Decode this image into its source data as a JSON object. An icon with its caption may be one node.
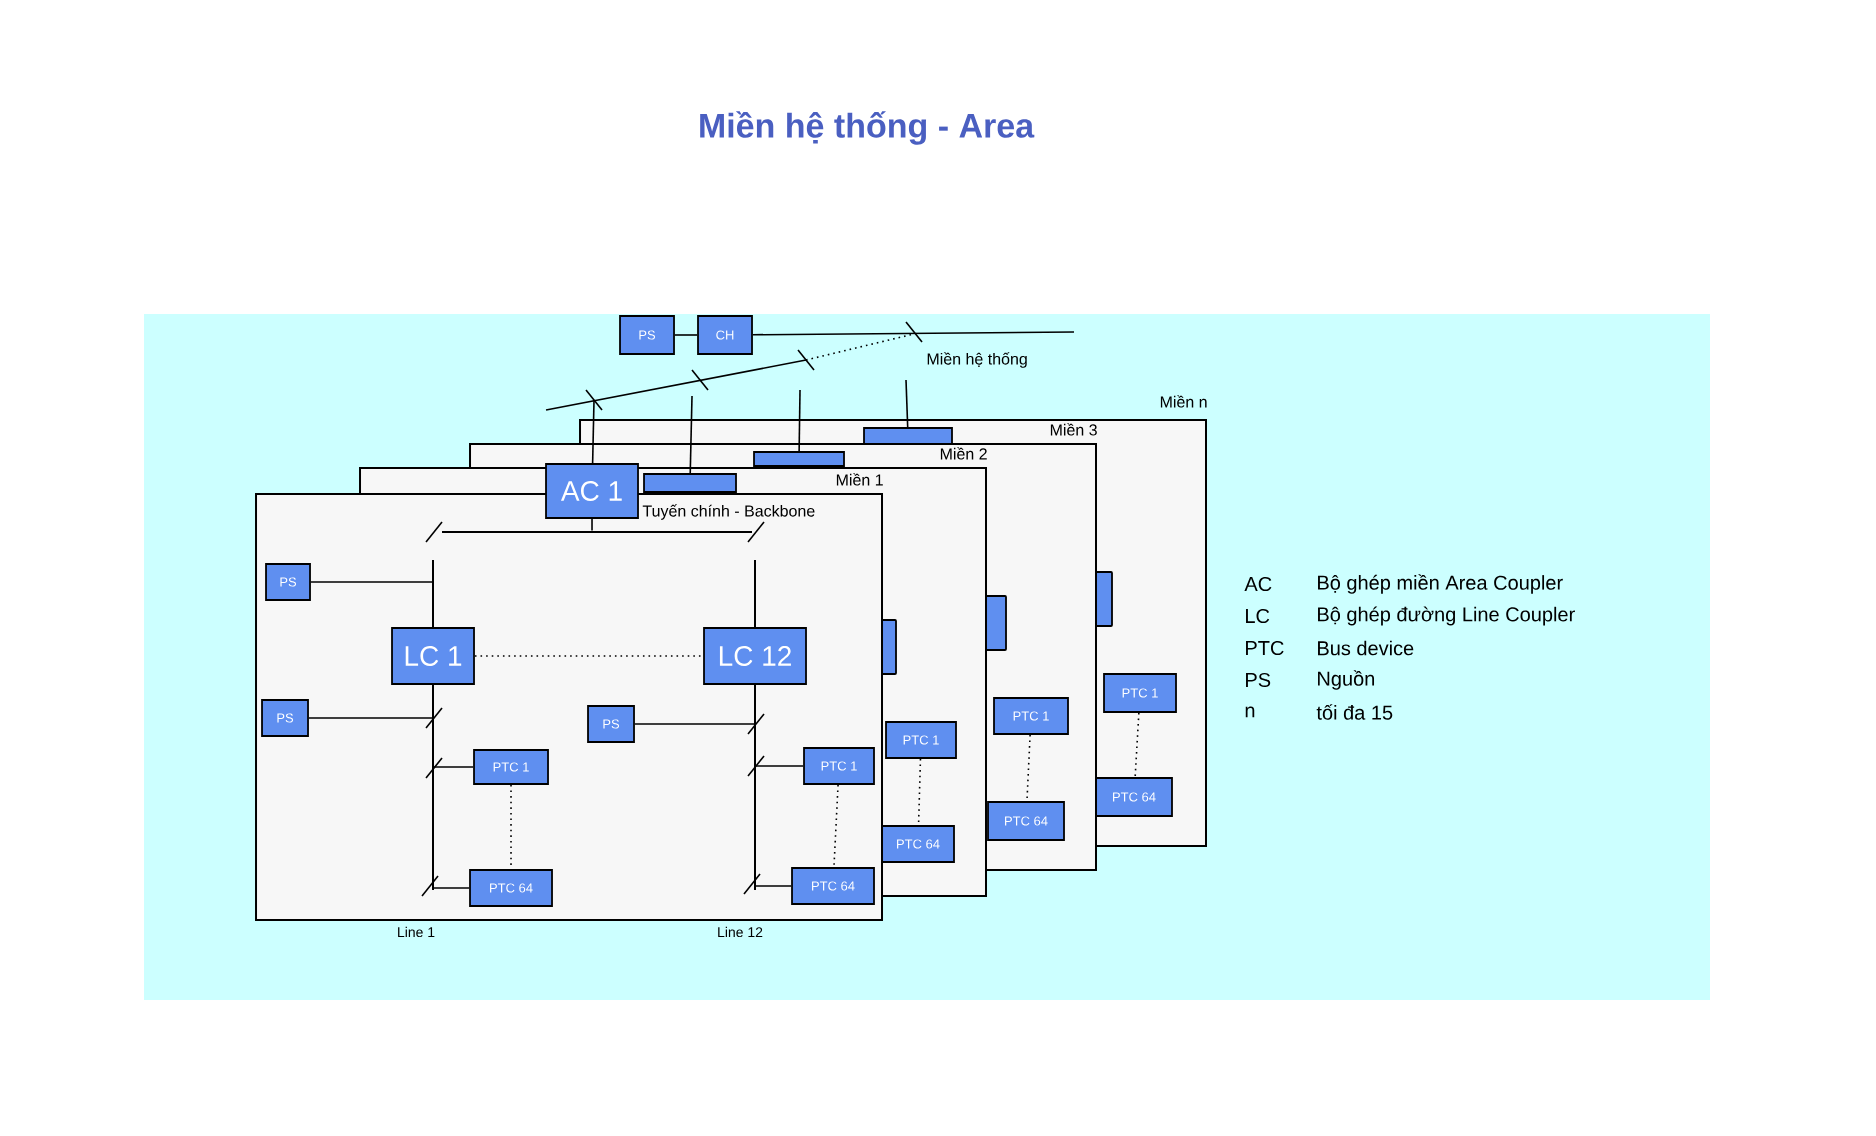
{
  "diagram": {
    "title": "Miền hệ thống - Area",
    "nodes": [
      {
        "text": [
          "PS"
        ]
      },
      {
        "text": [
          "CH"
        ]
      },
      {
        "text": [],
        "shape": "bar"
      },
      {
        "text": [],
        "shape": "bar"
      },
      {
        "text": [],
        "shape": "bar"
      },
      {
        "text": [
          "AC 1"
        ]
      },
      {
        "text": [],
        "shape": "box"
      },
      {
        "text": [
          "PTC 1"
        ]
      },
      {
        "text": [
          "PTC 64"
        ]
      },
      {
        "text": [],
        "shape": "box"
      },
      {
        "text": [
          "PTC 1"
        ]
      },
      {
        "text": [
          "PTC 64"
        ]
      },
      {
        "text": [],
        "shape": "box"
      },
      {
        "text": [
          "PTC 1"
        ]
      },
      {
        "text": [
          "PTC 64"
        ]
      },
      {
        "text": [
          "PS"
        ]
      },
      {
        "text": [
          "LC 1"
        ]
      },
      {
        "text": [
          "LC 12"
        ]
      },
      {
        "text": [
          "PS"
        ]
      },
      {
        "text": [
          "PS"
        ]
      },
      {
        "text": [
          "PTC 1"
        ]
      },
      {
        "text": [
          "PTC 64"
        ]
      },
      {
        "text": [
          "PTC 1"
        ]
      },
      {
        "text": [
          "PTC 64"
        ]
      },
      {
        "text": [],
        "shape": "bar"
      },
      {
        "text": [],
        "shape": "bar"
      },
      {
        "text": [],
        "shape": "bar"
      },
      {
        "text": [],
        "shape": "bar"
      },
      {
        "text": [],
        "shape": "bar"
      }
    ],
    "edges": [
      {
        "from": 0,
        "to": 1,
        "arrow": "none"
      },
      {
        "from": 1,
        "to": null,
        "arrow": "none"
      },
      {
        "from": null,
        "to": 5,
        "arrow": "none"
      },
      {
        "from": null,
        "to": 2,
        "arrow": "none"
      },
      {
        "from": null,
        "to": 3,
        "arrow": "none"
      },
      {
        "from": null,
        "to": 4,
        "arrow": "none"
      },
      {
        "from": 7,
        "to": 8,
        "arrow": "none",
        "style": "dashed"
      },
      {
        "from": 10,
        "to": 11,
        "arrow": "none",
        "style": "dashed"
      },
      {
        "from": 13,
        "to": 14,
        "arrow": "none",
        "style": "dashed"
      },
      {
        "from": 5,
        "to": 24,
        "arrow": "none"
      },
      {
        "from": 16,
        "to": 17,
        "arrow": "none",
        "style": "dashed"
      },
      {
        "from": 15,
        "to": 25,
        "arrow": "none"
      },
      {
        "from": 18,
        "to": 27,
        "arrow": "none"
      },
      {
        "from": 20,
        "to": 27,
        "arrow": "none"
      },
      {
        "from": 21,
        "to": 27,
        "arrow": "none"
      },
      {
        "from": 19,
        "to": 28,
        "arrow": "none"
      },
      {
        "from": 22,
        "to": 28,
        "arrow": "none"
      },
      {
        "from": 23,
        "to": 28,
        "arrow": "none"
      },
      {
        "from": 20,
        "to": 21,
        "arrow": "none",
        "style": "dashed"
      },
      {
        "from": 22,
        "to": 23,
        "arrow": "none",
        "style": "dashed"
      }
    ],
    "labels": [
      "Miền hệ thống",
      "Miền n",
      "Miền 3",
      "Miền 2",
      "Miền 1",
      "Tuyến chính - Backbone",
      "Line 1",
      "Line 12",
      "AC",
      "Bộ ghép miền Area Coupler",
      "LC",
      "Bộ ghép đường Line Coupler",
      "PTC",
      "Bus device",
      "PS",
      "Nguồn",
      "n",
      "tối đa 15"
    ]
  }
}
